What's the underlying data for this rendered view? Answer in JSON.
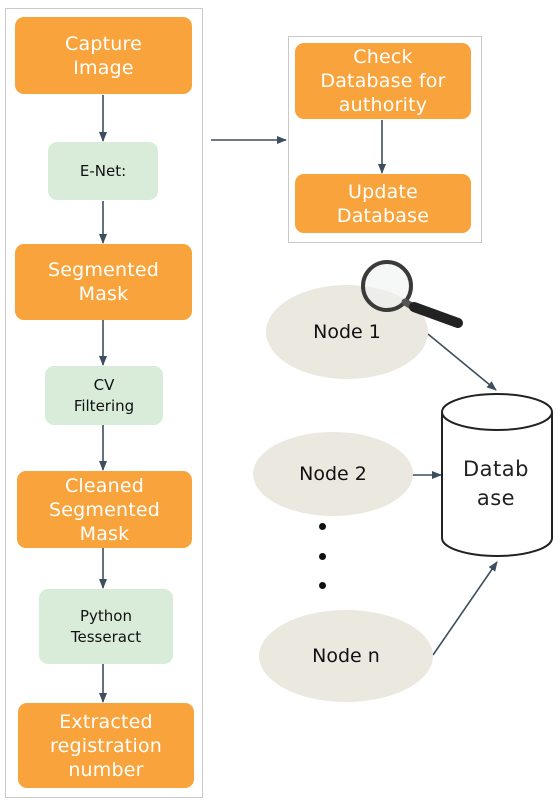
{
  "pipeline": {
    "steps": [
      {
        "label": "Capture\nImage",
        "kind": "process"
      },
      {
        "label": "E-Net:",
        "kind": "tool"
      },
      {
        "label": "Segmented\nMask",
        "kind": "process"
      },
      {
        "label": "CV\nFiltering",
        "kind": "tool"
      },
      {
        "label": "Cleaned\nSegmented\nMask",
        "kind": "process"
      },
      {
        "label": "Python\nTesseract",
        "kind": "tool"
      },
      {
        "label": "Extracted\nregistration\nnumber",
        "kind": "process"
      }
    ]
  },
  "authority": {
    "steps": [
      {
        "label": "Check\nDatabase for\nauthority"
      },
      {
        "label": "Update\nDatabase"
      }
    ]
  },
  "network": {
    "nodes": [
      {
        "label": "Node 1"
      },
      {
        "label": "Node 2"
      },
      {
        "label": "Node n"
      }
    ],
    "database_label": "Datab\nase",
    "magnifier_icon": "magnifying-glass-icon"
  },
  "colors": {
    "process": "#f9a33c",
    "tool": "#d9ecd9",
    "node": "#ebe8df",
    "arrow": "#3d4f5f"
  }
}
